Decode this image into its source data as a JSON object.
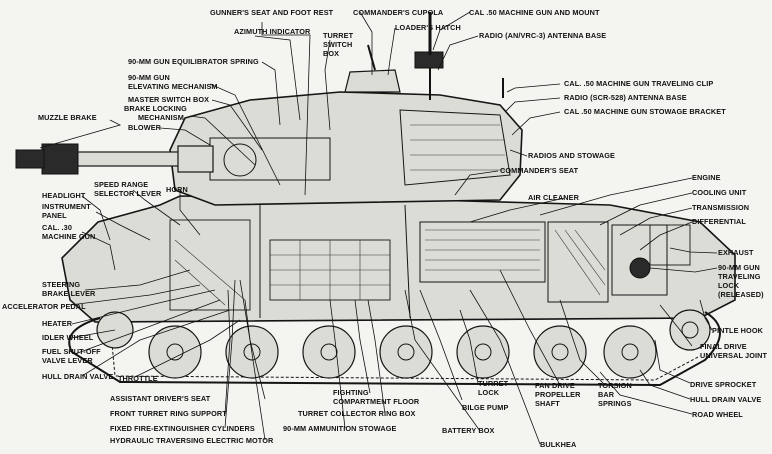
{
  "title": "",
  "labels": {
    "gunners_seat": "GUNNER'S SEAT AND FOOT REST",
    "commanders_cupola": "COMMANDER'S CUPOLA",
    "cal50_mount": "CAL .50 MACHINE GUN AND MOUNT",
    "azimuth_indicator": "AZIMUTH INDICATOR",
    "loaders_hatch": "LOADER'S HATCH",
    "radio_an_vrc3": "RADIO (AN/VRC-3) ANTENNA BASE",
    "turret_switch_box_1": "TURRET",
    "turret_switch_box_2": "SWITCH",
    "turret_switch_box_3": "BOX",
    "equilibrator": "90-MM GUN EQUILIBRATOR SPRING",
    "elevating_1": "90-MM GUN",
    "elevating_2": "ELEVATING MECHANISM",
    "cal50_travel_clip": "CAL. .50 MACHINE GUN TRAVELING CLIP",
    "radio_scr528": "RADIO (SCR-528) ANTENNA BASE",
    "cal50_stowage": "CAL .50 MACHINE GUN STOWAGE BRACKET",
    "master_switch": "MASTER SWITCH BOX",
    "brake_lock_1": "BRAKE LOCKING",
    "brake_lock_2": "MECHANISM",
    "blower": "BLOWER",
    "muzzle_brake": "MUZZLE BRAKE",
    "radios_stowage": "RADIOS AND STOWAGE",
    "commanders_seat": "COMMANDER'S SEAT",
    "speed_range_1": "SPEED RANGE",
    "speed_range_2": "SELECTOR LEVER",
    "horn": "HORN",
    "engine": "ENGINE",
    "headlight": "HEADLIGHT",
    "instrument_1": "INSTRUMENT",
    "instrument_2": "PANEL",
    "air_cleaner": "AIR CLEANER",
    "cooling_unit": "COOLING UNIT",
    "transmission": "TRANSMISSION",
    "cal30_1": "CAL. .30",
    "cal30_2": "MACHINE GUN",
    "differential": "DIFFERENTIAL",
    "exhaust": "EXHAUST",
    "gun_travel_lock_1": "90-MM GUN",
    "gun_travel_lock_2": "TRAVELING",
    "gun_travel_lock_3": "LOCK",
    "gun_travel_lock_4": "(RELEASED)",
    "steering_1": "STEERING",
    "steering_2": "BRAKE LEVER",
    "accelerator": "ACCELERATOR PEDAL",
    "heater": "HEATER",
    "pintle_hook": "PINTLE HOOK",
    "idler_wheel": "IDLER WHEEL",
    "final_drive_1": "FINAL DRIVE",
    "final_drive_2": "UNIVERSAL JOINT",
    "fuel_shutoff_1": "FUEL SHUT-OFF",
    "fuel_shutoff_2": "VALVE LEVER",
    "hull_drain_left": "HULL DRAIN VALVE",
    "throttle": "THROTTLE",
    "drive_sprocket": "DRIVE SPROCKET",
    "hull_drain_right": "HULL DRAIN VALVE",
    "road_wheel": "ROAD WHEEL",
    "turret_lock_1": "TURRET",
    "turret_lock_2": "LOCK",
    "fan_drive_1": "FAN DRIVE",
    "fan_drive_2": "PROPELLER",
    "fan_drive_3": "SHAFT",
    "torsion_1": "TORSION",
    "torsion_2": "BAR",
    "torsion_3": "SPRINGS",
    "fighting_1": "FIGHTING",
    "fighting_2": "COMPARTMENT FLOOR",
    "asst_driver": "ASSISTANT DRIVER'S SEAT",
    "bilge_pump": "BILGE PUMP",
    "front_turret_ring": "FRONT TURRET RING SUPPORT",
    "turret_collector": "TURRET COLLECTOR RING BOX",
    "fire_ext": "FIXED FIRE-EXTINGUISHER CYLINDERS",
    "ammo_stowage": "90-MM AMMUNITION STOWAGE",
    "battery_box": "BATTERY BOX",
    "hydraulic": "HYDRAULIC TRAVERSING ELECTRIC MOTOR",
    "bulkhead": "BULKHEA"
  },
  "colors": {
    "paper": "#f4f4f0",
    "ink": "#151515",
    "shade": "#dcdcd6"
  }
}
